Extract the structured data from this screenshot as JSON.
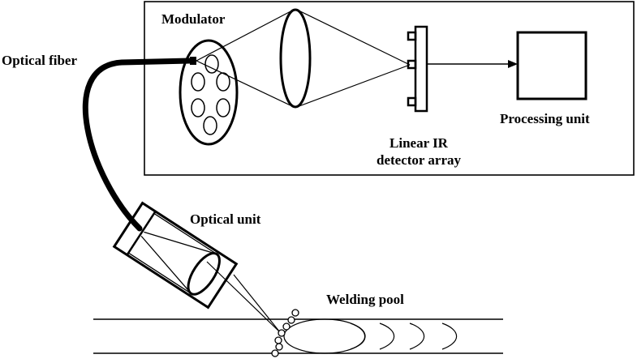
{
  "labels": {
    "modulator": "Modulator",
    "optical_fiber": "Optical fiber",
    "processing_unit": "Processing unit",
    "linear_ir_line1": "Linear IR",
    "linear_ir_line2": "detector array",
    "optical_unit": "Optical unit",
    "welding_pool": "Welding pool"
  },
  "colors": {
    "line": "#000000",
    "background": "#ffffff"
  }
}
